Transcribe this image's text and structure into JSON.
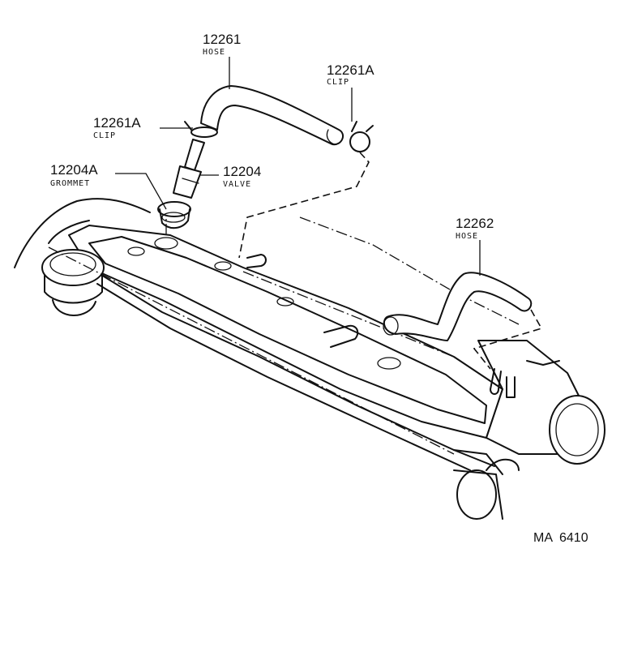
{
  "callouts": {
    "hose_top": {
      "part_number": "12261",
      "part_name": "HOSE"
    },
    "clip_right": {
      "part_number": "12261A",
      "part_name": "CLIP"
    },
    "clip_left": {
      "part_number": "12261A",
      "part_name": "CLIP"
    },
    "grommet": {
      "part_number": "12204A",
      "part_name": "GROMMET"
    },
    "valve": {
      "part_number": "12204",
      "part_name": "VALVE"
    },
    "hose_right": {
      "part_number": "12262",
      "part_name": "HOSE"
    }
  },
  "reference_code": "MA  6410"
}
